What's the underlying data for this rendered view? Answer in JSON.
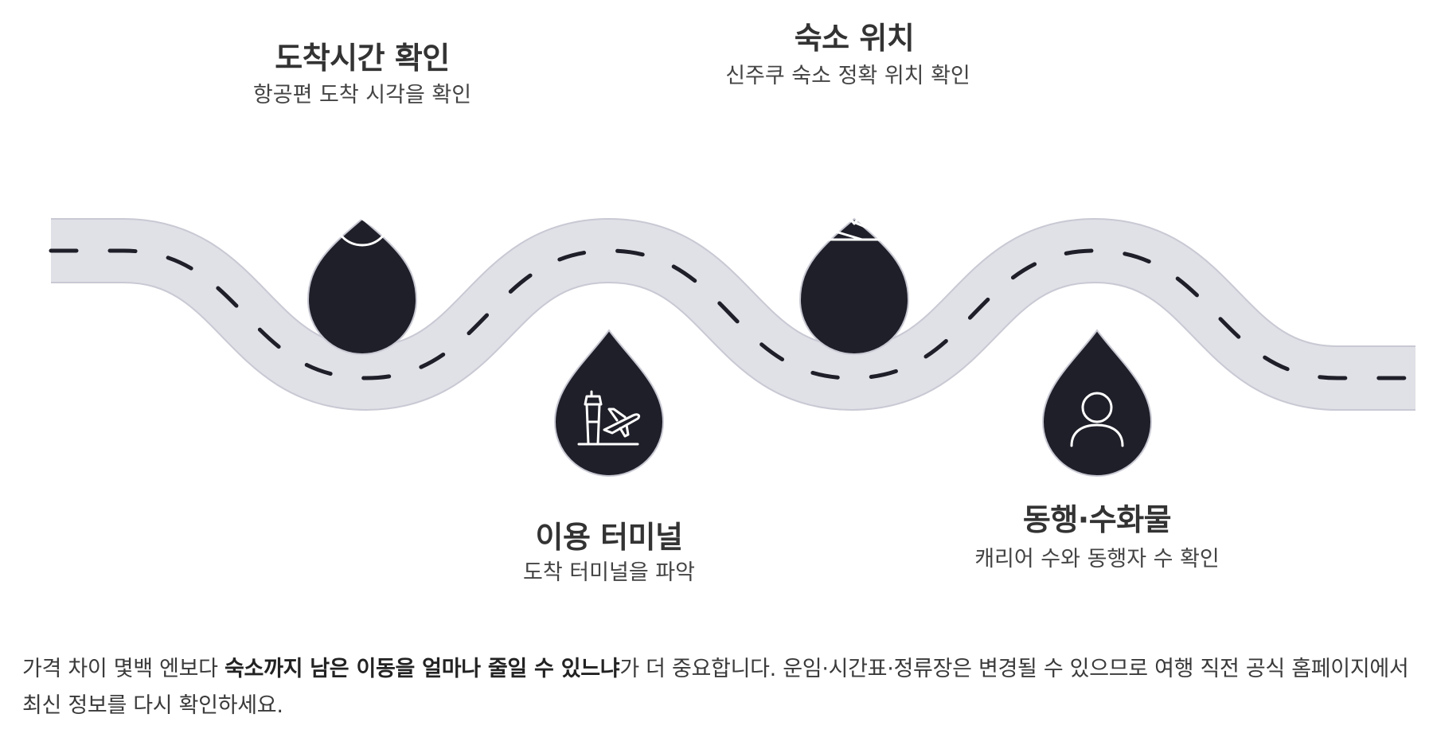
{
  "steps": [
    {
      "title": "도착시간 확인",
      "description": "항공편 도착 시각을 확인",
      "icon": "clock-icon"
    },
    {
      "title": "이용 터미널",
      "description": "도착 터미널을 파악",
      "icon": "airport-terminal-icon"
    },
    {
      "title": "숙소 위치",
      "description": "신주쿠 숙소 정확 위치 확인",
      "icon": "map-pin-icon"
    },
    {
      "title": "동행·수화물",
      "description": "캐리어 수와 동행자 수 확인",
      "icon": "person-icon"
    }
  ],
  "note": {
    "lead": "가격 차이 몇백 엔보다 ",
    "emphasis": "숙소까지 남은 이동을 얼마나 줄일 수 있느냐",
    "tail": "가 더 중요합니다. 운임·시간표·정류장은 변경될 수 있으므로 여행 직전 공식 홈페이지에서 최신 정보를 다시 확인하세요."
  },
  "colors": {
    "road": "#e0e0e7",
    "road_edge": "#c9c9d4",
    "dash": "#1f1f29",
    "marker": "#1f1f29",
    "icon_stroke": "#ffffff"
  }
}
